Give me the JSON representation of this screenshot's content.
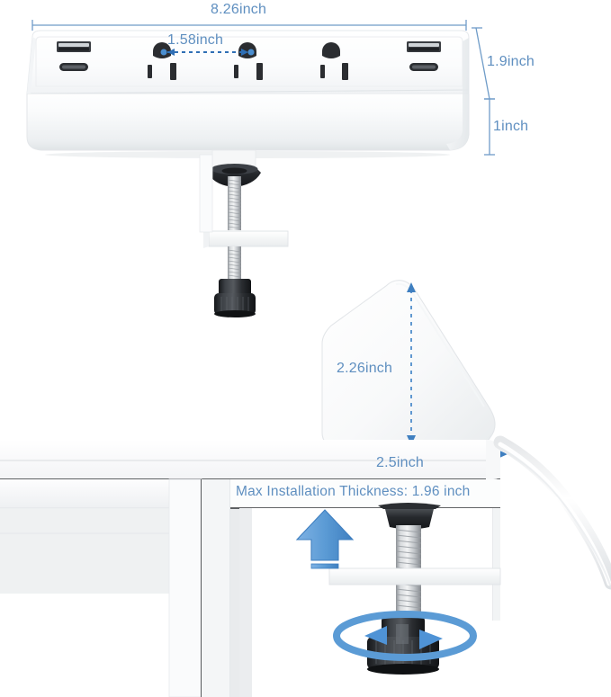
{
  "product": {
    "name": "desk-edge-clamp-power-strip",
    "description": "Clamp-on desk power strip with 3 AC outlets, 2 USB-A ports and 2 USB-C ports, shown with dimension callouts and installation diagram"
  },
  "colors": {
    "dimension_blue": "#5f8fc0",
    "arrow_blue": "#4f93d6",
    "rotation_blue": "#5b9bd5",
    "body_white": "#fbfcfd",
    "body_shadow": "#e2e6e9",
    "knob_black": "#24262a",
    "metal_screw": "#b9bcc0",
    "outlet_slot": "#2b2d31",
    "desk_white": "#fdfdfd",
    "desk_shade": "#e8eaec",
    "text_blue": "#5f8fc0"
  },
  "dimensions": {
    "width_label": "8.26inch",
    "outlet_spacing_label": "1.58inch",
    "height_total_label": "1.9inch",
    "height_body_label": "1inch",
    "profile_height_label": "2.26inch",
    "profile_depth_label": "2.5inch"
  },
  "notes": {
    "max_thickness": "Max Installation Thickness: 1.96 inch"
  },
  "ports": {
    "usb_a_left": "USB-A",
    "usb_c_left": "USB-C",
    "usb_a_right": "USB-A",
    "usb_c_right": "USB-C",
    "ac_outlet_count": 3
  },
  "icons": {
    "up_arrow": "up-arrow-icon",
    "rotate_arrow": "rotation-arrow-icon"
  }
}
